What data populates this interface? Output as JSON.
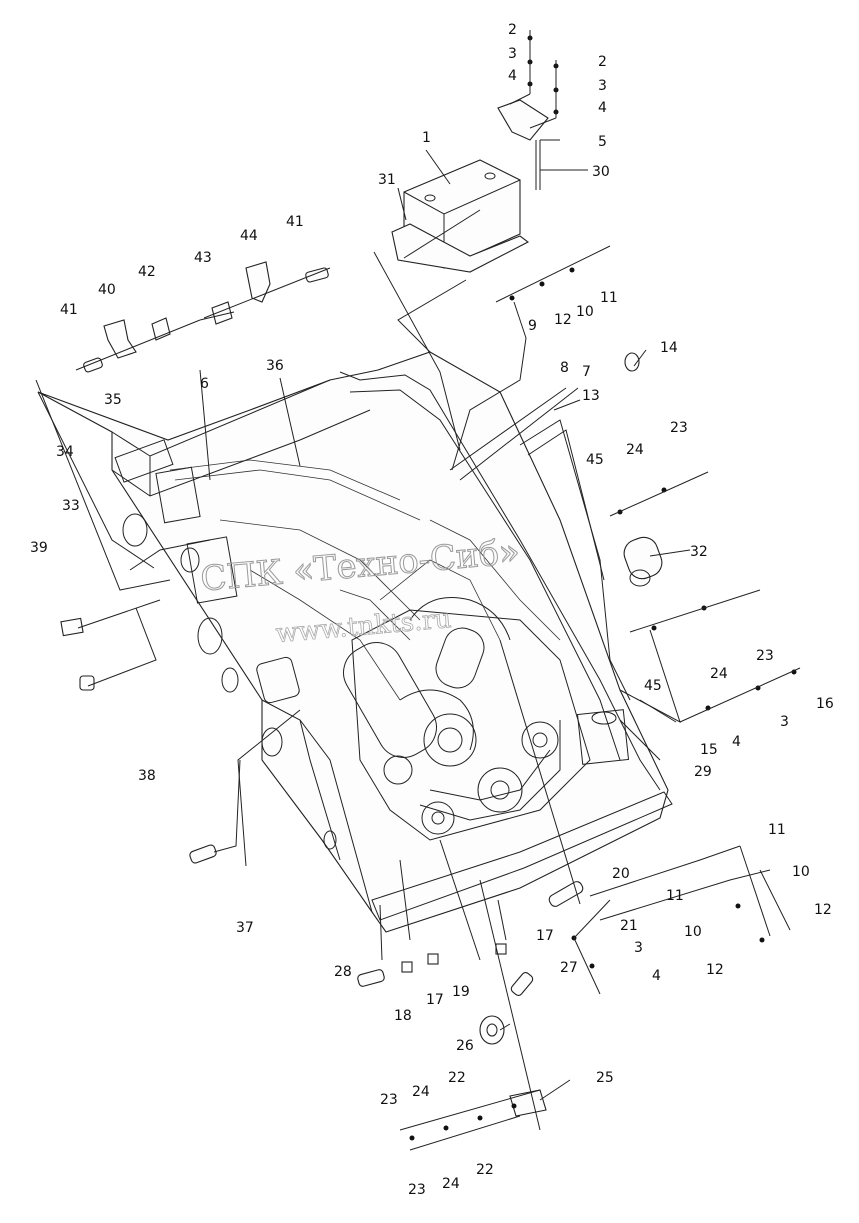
{
  "watermark": {
    "line1": "СПК «Техно-Сиб»",
    "line2": "www.tnkts.ru"
  },
  "callouts": {
    "c1": "1",
    "c2a": "2",
    "c3a": "3",
    "c4a": "4",
    "c2b": "2",
    "c3b": "3",
    "c4b": "4",
    "c5": "5",
    "c30": "30",
    "c31": "31",
    "c9": "9",
    "c12a": "12",
    "c10a": "10",
    "c11a": "11",
    "c41a": "41",
    "c44": "44",
    "c43": "43",
    "c41b": "41",
    "c40": "40",
    "c42": "42",
    "c6": "6",
    "c36": "36",
    "c8": "8",
    "c7": "7",
    "c13": "13",
    "c14": "14",
    "c35": "35",
    "c34": "34",
    "c33": "33",
    "c39": "39",
    "c38": "38",
    "c45a": "45",
    "c24a": "24",
    "c23a": "23",
    "c32": "32",
    "c45b": "45",
    "c24b": "24",
    "c23b": "23",
    "c16": "16",
    "c3c": "3",
    "c4c": "4",
    "c15": "15",
    "c29": "29",
    "c11b": "11",
    "c20": "20",
    "c11c": "11",
    "c10b": "10",
    "c12b": "12",
    "c10c": "10",
    "c12c": "12",
    "c21": "21",
    "c3d": "3",
    "c4d": "4",
    "c37": "37",
    "c28": "28",
    "c17a": "17",
    "c27": "27",
    "c17b": "17",
    "c19": "19",
    "c18": "18",
    "c26": "26",
    "c25": "25",
    "c23c": "23",
    "c24c": "24",
    "c22a": "22",
    "c23d": "23",
    "c24d": "24",
    "c22b": "22"
  }
}
